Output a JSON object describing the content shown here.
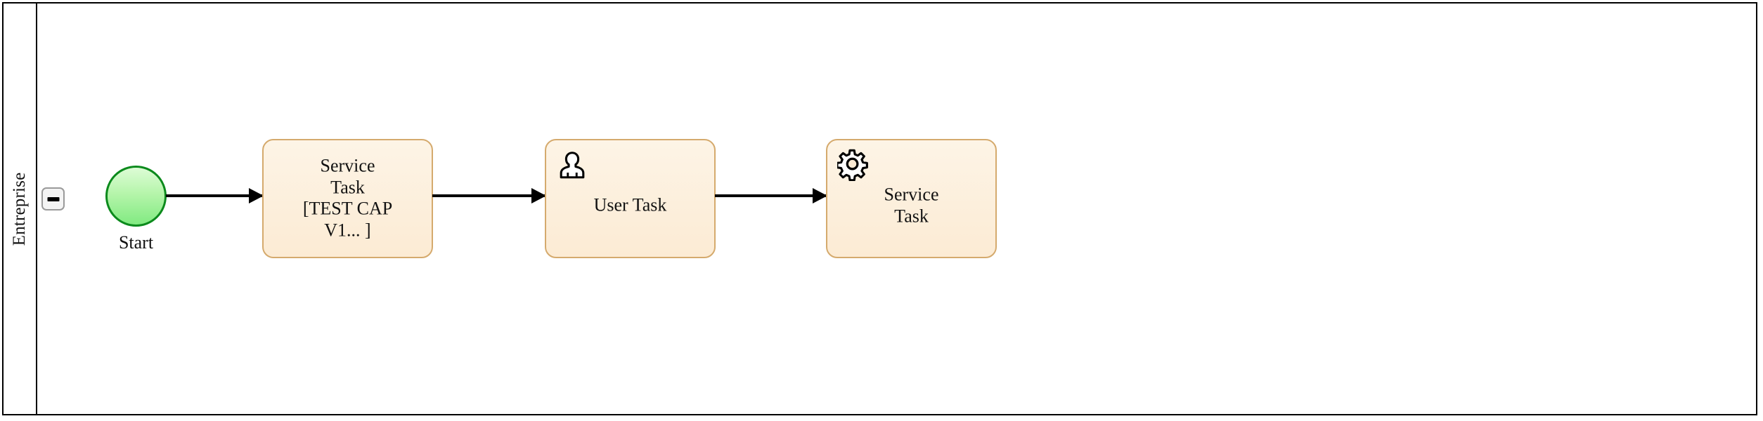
{
  "diagram": {
    "type": "bpmn-process",
    "pool": {
      "lane_label": "Entreprise",
      "collapse_button": {
        "icon": "minus-icon",
        "state": "expanded"
      }
    },
    "nodes": [
      {
        "id": "start",
        "kind": "start-event",
        "label": "Start",
        "fill": "#b6f5ab",
        "stroke": "#0b8a1c"
      },
      {
        "id": "task-1",
        "kind": "task",
        "label": "Service Task [TEST CAP V1... ]",
        "lines": [
          "Service",
          "Task",
          "[TEST CAP",
          "V1... ]"
        ],
        "icon": null,
        "fill": "#fcebd4",
        "stroke": "#d5aa6d"
      },
      {
        "id": "task-2",
        "kind": "user-task",
        "label": "User Task",
        "lines": [
          "User Task"
        ],
        "icon": "user-icon",
        "fill": "#fcebd4",
        "stroke": "#d5aa6d"
      },
      {
        "id": "task-3",
        "kind": "service-task",
        "label": "Service Task",
        "lines": [
          "Service",
          "Task"
        ],
        "icon": "gear-icon",
        "fill": "#fcebd4",
        "stroke": "#d5aa6d"
      }
    ],
    "flows": [
      {
        "id": "flow-1",
        "from": "start",
        "to": "task-1",
        "arrow": "filled"
      },
      {
        "id": "flow-2",
        "from": "task-1",
        "to": "task-2",
        "arrow": "filled"
      },
      {
        "id": "flow-3",
        "from": "task-2",
        "to": "task-3",
        "arrow": "filled"
      }
    ]
  }
}
